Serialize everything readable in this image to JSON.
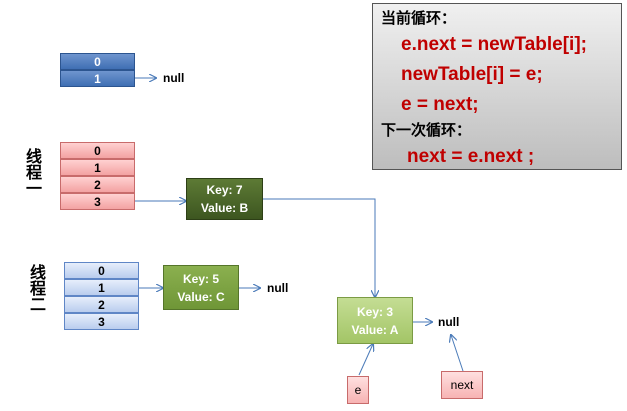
{
  "top_array": {
    "cells": [
      "0",
      "1"
    ],
    "null_label": "null"
  },
  "thread1": {
    "label": "线程一",
    "cells": [
      "0",
      "1",
      "2",
      "3"
    ],
    "node": {
      "key": "Key: 7",
      "value": "Value: B"
    }
  },
  "thread2": {
    "label": "线程二",
    "cells": [
      "0",
      "1",
      "2",
      "3"
    ],
    "node": {
      "key": "Key: 5",
      "value": "Value: C"
    },
    "null_label": "null"
  },
  "shared_node": {
    "key": "Key: 3",
    "value": "Value: A",
    "null_label": "null"
  },
  "pointers": {
    "e": "e",
    "next": "next"
  },
  "code_box": {
    "current_heading": "当前循环：",
    "current_lines": [
      "e.next = newTable[i];",
      "newTable[i] = e;",
      "e = next;"
    ],
    "next_heading": "下一次循环：",
    "next_lines": [
      "next = e.next ;"
    ]
  },
  "colors": {
    "code_red": "#c00000",
    "arrow_blue": "#4a7ab8",
    "node_dark_green": "#4a6a2a",
    "node_green": "#7ea343",
    "node_light_green": "#b3d27e"
  }
}
